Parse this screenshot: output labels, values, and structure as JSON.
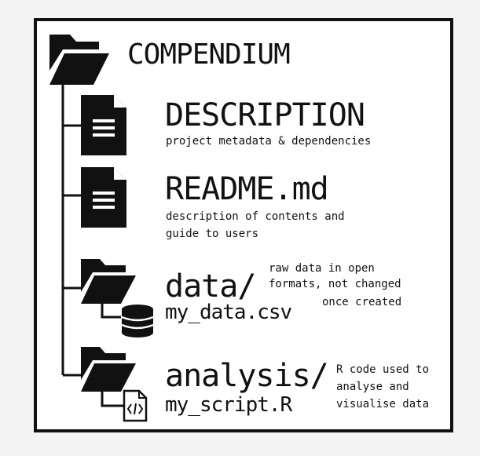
{
  "root": {
    "label": "COMPENDIUM",
    "icon": "folder-open-icon"
  },
  "items": [
    {
      "name": "DESCRIPTION",
      "icon": "document-icon",
      "description": "project metadata & dependencies"
    },
    {
      "name": "README.md",
      "icon": "document-icon",
      "description_lines": [
        "description of contents and",
        "guide to users"
      ]
    },
    {
      "name": "data/",
      "icon": "folder-open-icon",
      "child": {
        "name": "my_data.csv",
        "icon": "database-icon"
      },
      "description_lines": [
        "raw data in open",
        "formats, not changed",
        "once created"
      ]
    },
    {
      "name": "analysis/",
      "icon": "folder-open-icon",
      "child": {
        "name": "my_script.R",
        "icon": "code-file-icon"
      },
      "description_lines": [
        "R code used to",
        "analyse and",
        "visualise data"
      ]
    }
  ],
  "colors": {
    "ink": "#111111",
    "paper": "#ffffff",
    "background": "#f4f4f4"
  }
}
